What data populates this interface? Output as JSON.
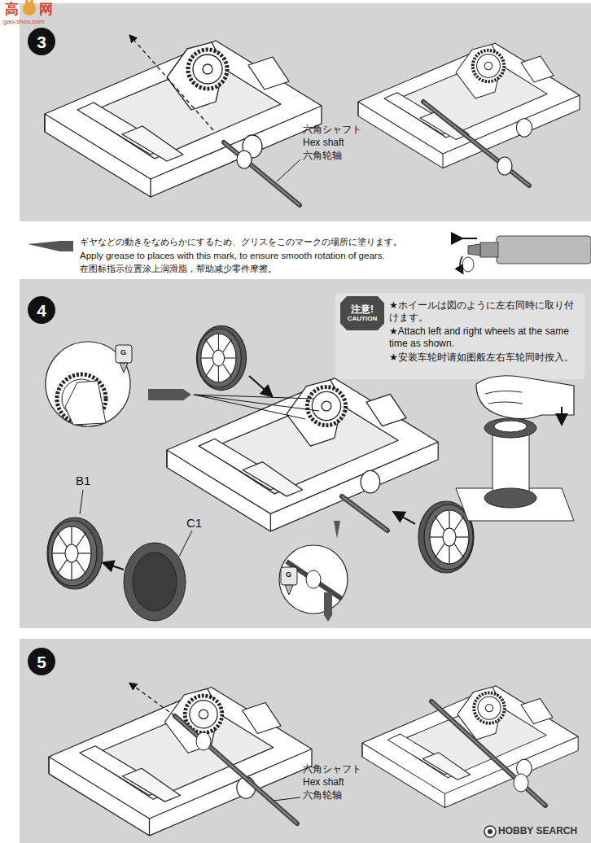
{
  "diagram": {
    "nodes": [
      {
        "text": [
          "3"
        ]
      },
      {
        "text": [
          "4"
        ]
      },
      {
        "text": [
          "注意!",
          "CAUTION"
        ]
      },
      {
        "text": [
          "5"
        ]
      }
    ],
    "labels": [
      "高",
      "网",
      "gao-shou.com",
      "六角シャフト",
      "Hex shaft",
      "六角轮轴",
      "ギヤなどの動きをなめらかにするため、グリスをこのマークの場所に塗ります。",
      "Apply grease to places with this mark, to ensure smooth rotation of gears.",
      "在图标指示位置涂上润滑脂，帮助减少零件摩擦。",
      "★ホイールは図のように左右同時に取り付けます。",
      "★Attach left and right wheels at the same time as shown.",
      "★安装车轮时请如图般左右车轮同时按入。",
      "B1",
      "C1",
      "G",
      "G",
      "六角シャフト",
      "Hex shaft",
      "六角轮轴",
      "HOBBY SEARCH"
    ]
  }
}
